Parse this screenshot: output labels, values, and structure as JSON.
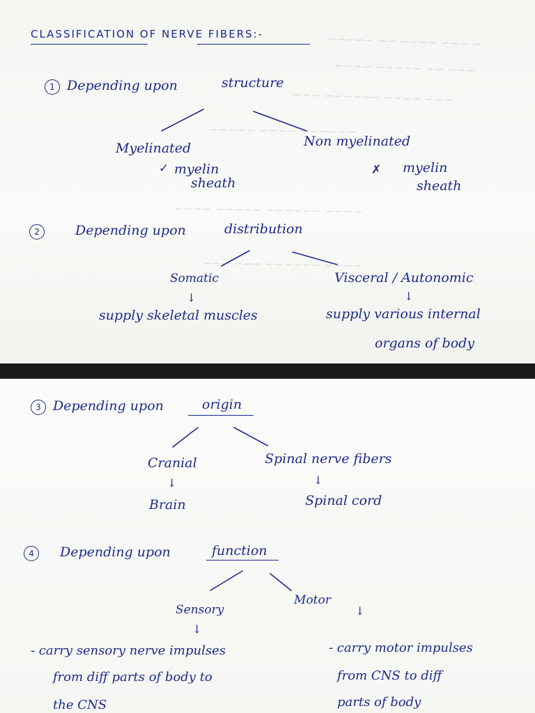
{
  "title": "CLASSIFICATION OF NERVE FIBERS:-",
  "sections": [
    {
      "num": "1",
      "heading_prefix": "Depending upon",
      "heading_keyword": "structure",
      "left": {
        "label": "Myelinated",
        "mark": "✓",
        "detail_line1": "myelin",
        "detail_line2": "sheath"
      },
      "right": {
        "label": "Non myelinated",
        "mark": "✗",
        "detail_line1": "myelin",
        "detail_line2": "sheath"
      }
    },
    {
      "num": "2",
      "heading_prefix": "Depending upon",
      "heading_keyword": "distribution",
      "left": {
        "label": "Somatic",
        "arrow": "↓",
        "detail_line1": "supply skeletal muscles"
      },
      "right": {
        "label": "Visceral / Autonomic",
        "arrow": "↓",
        "detail_line1": "supply various internal",
        "detail_line2": "organs of body"
      }
    },
    {
      "num": "3",
      "heading_prefix": "Depending upon",
      "heading_keyword": "origin",
      "left": {
        "label": "Cranial",
        "arrow": "↓",
        "detail_line1": "Brain"
      },
      "right": {
        "label": "Spinal nerve fibers",
        "arrow": "↓",
        "detail_line1": "Spinal cord"
      }
    },
    {
      "num": "4",
      "heading_prefix": "Depending upon",
      "heading_keyword": "function",
      "left": {
        "label": "Sensory",
        "arrow": "↓",
        "detail_line1": "- carry sensory nerve impulses",
        "detail_line2": "from diff parts of body to",
        "detail_line3": "the CNS"
      },
      "right": {
        "label": "Motor",
        "arrow": "↓",
        "detail_line1": "- carry motor impulses",
        "detail_line2": "from CNS to diff",
        "detail_line3": "parts of body"
      }
    }
  ],
  "colors": {
    "ink": "#1c2a8c",
    "paper": "#f7f7f4",
    "background": "#1a1a1a"
  }
}
